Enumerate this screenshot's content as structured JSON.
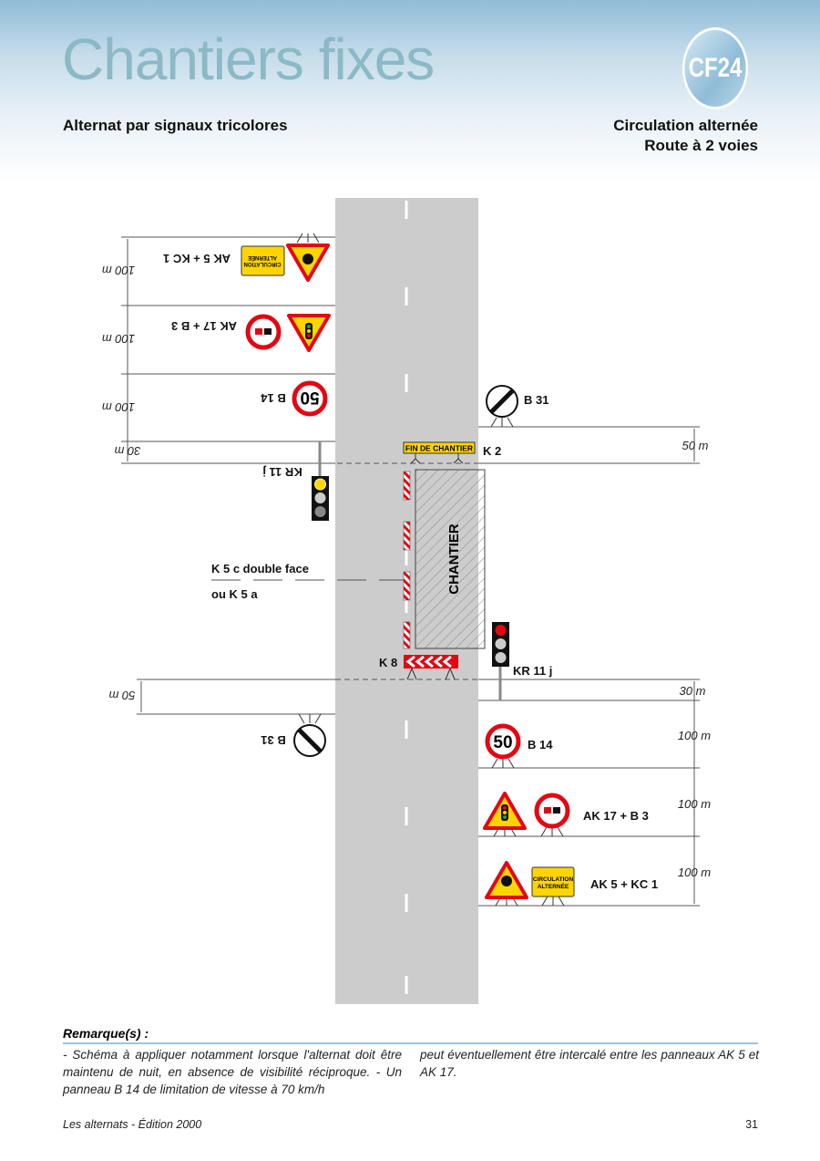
{
  "header": {
    "title": "Chantiers fixes",
    "badge": "CF24",
    "subtitle_left": "Alternat par signaux tricolores",
    "subtitle_right_1": "Circulation alternée",
    "subtitle_right_2": "Route à 2 voies"
  },
  "diagram": {
    "left_labels": {
      "ak5_kc1": "AK 5 + KC 1",
      "ak17_b3": "AK 17 + B 3",
      "b14": "B 14",
      "kr11j": "KR 11 j",
      "b31": "B 31"
    },
    "left_dims": [
      "100 m",
      "100 m",
      "100 m",
      "30 m",
      "50 m"
    ],
    "right_labels": {
      "b31": "B 31",
      "k2": "K 2",
      "kr11j": "KR 11 j",
      "b14": "B 14",
      "ak17_b3": "AK 17 + B 3",
      "ak5_kc1": "AK 5 + KC 1",
      "k8": "K 8"
    },
    "right_dims": [
      "50 m",
      "30 m",
      "100 m",
      "100 m",
      "100 m"
    ],
    "k5_label_1": "K 5 c double face",
    "k5_label_2": "ou K 5 a",
    "chantier": "CHANTIER",
    "fin_de_chantier": "FIN DE CHANTIER",
    "kc1_text_1": "CIRCULATION",
    "kc1_text_2": "ALTERNÉE",
    "speed": "50",
    "colors": {
      "road": "#cccccc",
      "sign_red": "#e30613",
      "sign_yellow": "#ffd500",
      "title": "#8bb9c6"
    }
  },
  "remarks": {
    "heading": "Remarque(s) :",
    "col1": "- Schéma à appliquer notamment lorsque l'alternat doit être maintenu de nuit, en absence de visibilité réciproque. - Un panneau B 14 de limitation de vitesse à 70 km/h",
    "col2": "peut éventuellement être intercalé entre les panneaux AK 5 et AK 17."
  },
  "footer": {
    "left": "Les alternats - Édition 2000",
    "page": "31"
  }
}
